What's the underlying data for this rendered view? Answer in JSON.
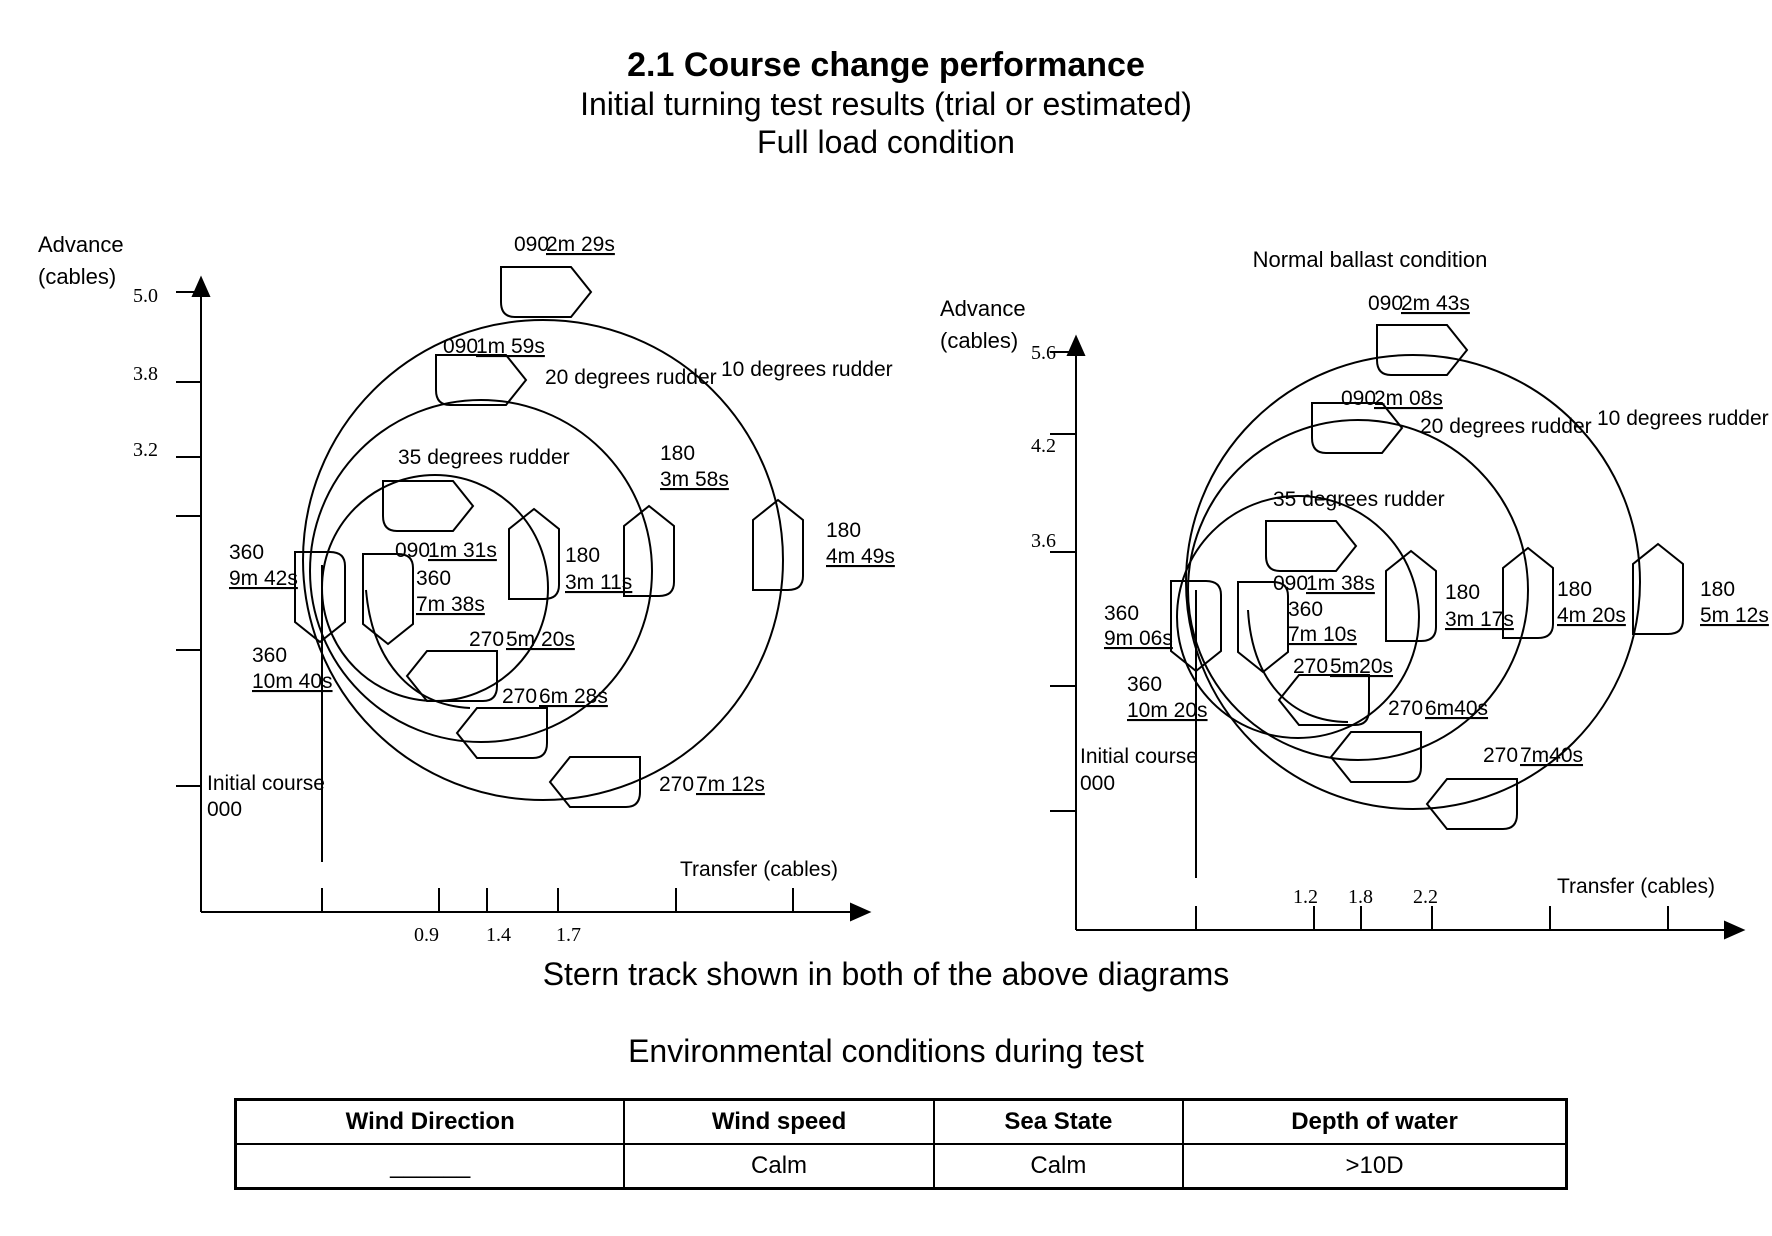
{
  "header": {
    "title": "2.1 Course change performance",
    "subtitle1": "Initial turning test results (trial or estimated)",
    "subtitle2": "Full load condition"
  },
  "left_diagram": {
    "y_axis_label_1": "Advance",
    "y_axis_label_2": "(cables)",
    "x_axis_label": "Transfer (cables)",
    "y_ticks": [
      "5.0",
      "3.8",
      "3.2"
    ],
    "x_ticks": [
      "0.9",
      "1.4",
      "1.7"
    ],
    "initial_course_1": "Initial course",
    "initial_course_2": "000",
    "rudder_labels": {
      "r10": "10 degrees rudder",
      "r20": "20 degrees rudder",
      "r35": "35 degrees rudder"
    },
    "readings": {
      "h090_10": [
        "090",
        "2m 29s"
      ],
      "h090_20": [
        "090",
        "1m 59s"
      ],
      "h090_35": [
        "090",
        "1m 31s"
      ],
      "h180_10": [
        "180",
        "4m 49s"
      ],
      "h180_20": [
        "180",
        "3m 58s"
      ],
      "h180_35": [
        "180",
        "3m 11s"
      ],
      "h270_10": [
        "270",
        "7m 12s"
      ],
      "h270_20": [
        "270",
        "6m 28s"
      ],
      "h270_35": [
        "270",
        "5m 20s"
      ],
      "h360_10": [
        "360",
        "10m 40s"
      ],
      "h360_20": [
        "360",
        "9m 42s"
      ],
      "h360_35": [
        "360",
        "7m 38s"
      ]
    }
  },
  "right_diagram": {
    "title": "Normal ballast condition",
    "y_axis_label_1": "Advance",
    "y_axis_label_2": "(cables)",
    "x_axis_label": "Transfer (cables)",
    "y_ticks": [
      "5.6",
      "4.2",
      "3.6"
    ],
    "x_ticks": [
      "1.2",
      "1.8",
      "2.2"
    ],
    "initial_course_1": "Initial course",
    "initial_course_2": "000",
    "rudder_labels": {
      "r10": "10 degrees rudder",
      "r20": "20 degrees rudder",
      "r35": "35 degrees rudder"
    },
    "readings": {
      "h090_10": [
        "090",
        "2m 43s"
      ],
      "h090_20": [
        "090",
        "2m 08s"
      ],
      "h090_35": [
        "090",
        "1m 38s"
      ],
      "h180_10": [
        "180",
        "5m 12s"
      ],
      "h180_20": [
        "180",
        "4m 20s"
      ],
      "h180_35": [
        "180",
        "3m 17s"
      ],
      "h270_10": [
        "270",
        "7m40s"
      ],
      "h270_20": [
        "270",
        "6m40s"
      ],
      "h270_35": [
        "270",
        "5m20s"
      ],
      "h360_10": [
        "360",
        "10m 20s"
      ],
      "h360_20": [
        "360",
        "9m 06s"
      ],
      "h360_35": [
        "360",
        "7m 10s"
      ]
    }
  },
  "footer_note": "Stern track shown in both of the above diagrams",
  "environment": {
    "title": "Environmental conditions during test",
    "headers": [
      "Wind Direction",
      "Wind speed",
      "Sea State",
      "Depth of water"
    ],
    "values": [
      "______",
      "Calm",
      "Calm",
      ">10D"
    ]
  }
}
